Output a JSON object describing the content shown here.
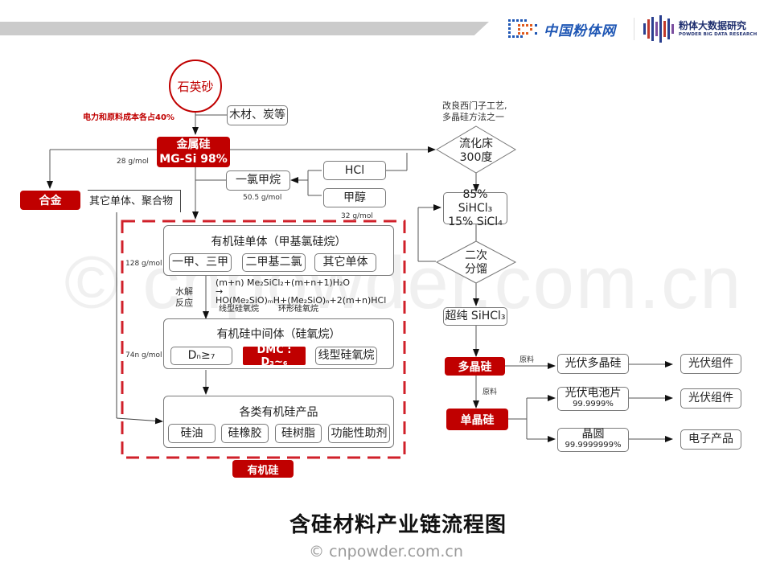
{
  "header": {
    "logo_primary": "中国粉体网",
    "logo_secondary_cn": "粉体大数据研究",
    "logo_secondary_en": "POWDER BIG DATA RESEARCH",
    "icons": [
      "cnpowder-logo-icon",
      "bar-code-logo-icon"
    ]
  },
  "watermark": "© cnpowder.com.cn",
  "flow": {
    "source": "石英砂",
    "cost_note": "电力和原料成本各占40%",
    "reductant": "木材、炭等",
    "metal_si": {
      "line1": "金属硅",
      "line2": "MG-Si 98%"
    },
    "mw_si": "28 g/mol",
    "alloy": "合金",
    "other": "其它单体、聚合物",
    "chloromethane": "一氯甲烷",
    "mw_chloromethane": "50.5 g/mol",
    "hcl": "HCl",
    "methanol": "甲醇",
    "mw_methanol": "32 g/mol",
    "silicone": {
      "group_label": "有机硅",
      "monomer": {
        "title": "有机硅单体（甲基氯硅烷）",
        "items": [
          "一甲、三甲",
          "二甲基二氯",
          "其它单体"
        ],
        "mw": "128 g/mol"
      },
      "hydrolysis": {
        "label_1": "水解",
        "label_2": "反应",
        "eq_line1": "(m+n) Me₂SiCl₂+(m+n+1)H₂O",
        "eq_arrow": "→",
        "eq_line2": "HO(Me₂SiO)ₘH+(Me₂SiO)ₙ+2(m+n)HCl",
        "note_linear": "线型硅氧烷",
        "note_cyclic": "环形硅氧烷"
      },
      "intermediate": {
        "title": "有机硅中间体（硅氧烷）",
        "items": [
          "Dₙ≥₇",
          "DMC : D₃~₆",
          "线型硅氧烷"
        ],
        "mw": "74n g/mol"
      },
      "products": {
        "title": "各类有机硅产品",
        "items": [
          "硅油",
          "硅橡胶",
          "硅树脂",
          "功能性助剂"
        ]
      }
    },
    "polysilicon_route": {
      "note": "改良西门子工艺,\n多晶硅方法之一",
      "note_line1": "改良西门子工艺,",
      "note_line2": "多晶硅方法之一",
      "reactor_line1": "流化床",
      "reactor_line2": "300度",
      "mix_line1": "85% SiHCl₃",
      "mix_line2": "15% SiCl₄",
      "distill_line1": "二次",
      "distill_line2": "分馏",
      "pure": "超纯 SiHCl₃",
      "polysilicon": "多晶硅",
      "mono": "单晶硅",
      "raw_label_1": "原料",
      "raw_label_2": "原料",
      "pv_poly": "光伏多晶硅",
      "pv_module_1": "光伏组件",
      "pv_cell": "光伏电池片",
      "pv_cell_purity": "99.9999%",
      "pv_module_2": "光伏组件",
      "wafer": "晶圆",
      "wafer_purity": "99.9999999%",
      "electronics": "电子产品"
    }
  },
  "footer": {
    "title": "含硅材料产业链流程图",
    "copyright": "© cnpowder.com.cn"
  }
}
